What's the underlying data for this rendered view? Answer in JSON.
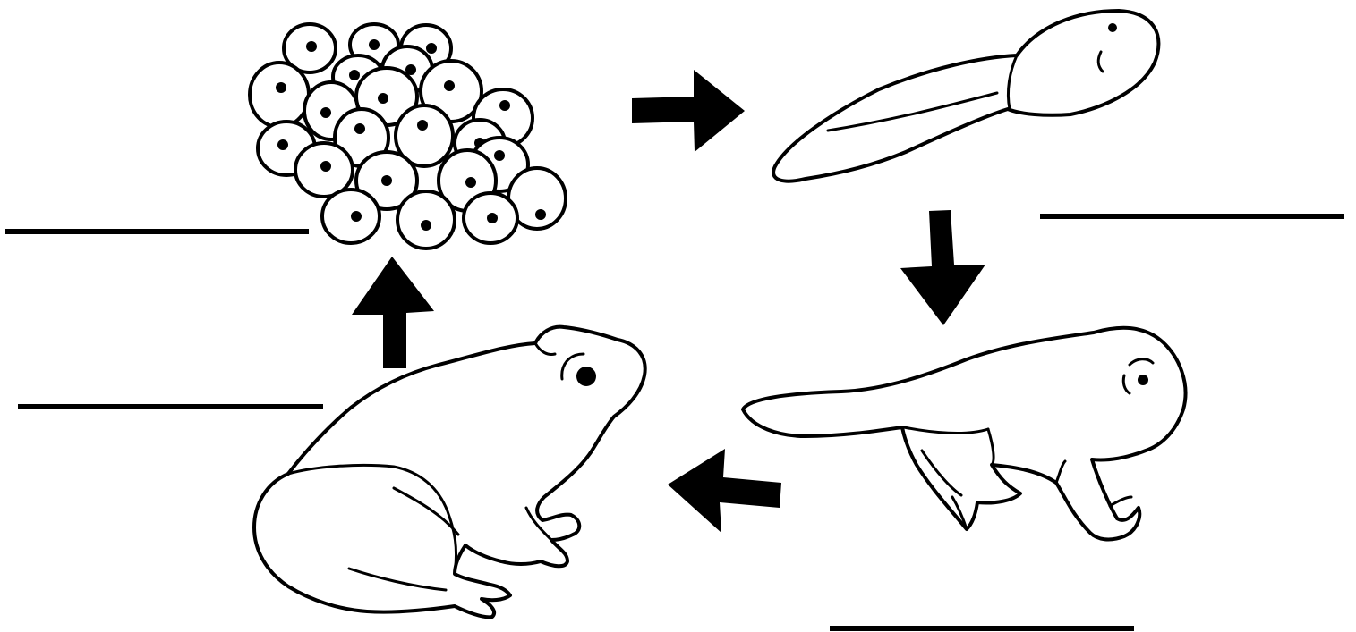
{
  "diagram": {
    "kind": "frog life cycle worksheet",
    "stages": [
      {
        "id": "eggs",
        "label_text": ""
      },
      {
        "id": "tadpole",
        "label_text": ""
      },
      {
        "id": "froglet",
        "label_text": ""
      },
      {
        "id": "adult-frog",
        "label_text": ""
      }
    ],
    "arrows": [
      "eggs-to-tadpole",
      "tadpole-to-froglet",
      "froglet-to-adult",
      "adult-to-eggs"
    ],
    "colors": {
      "ink": "#000000",
      "paper": "#ffffff"
    }
  }
}
